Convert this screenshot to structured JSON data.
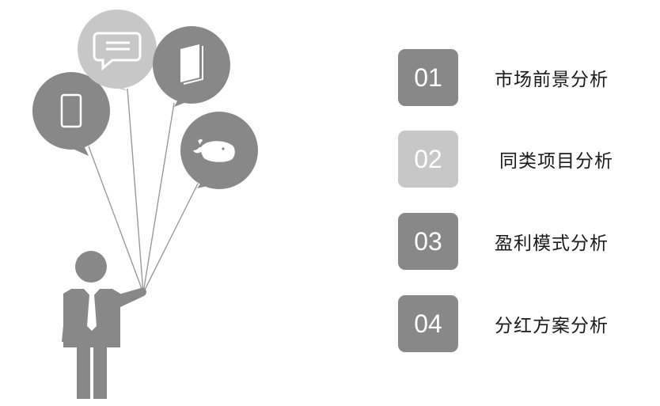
{
  "colors": {
    "dark_gray": "#888888",
    "light_gray": "#c7c7c7",
    "string": "#9a9a9a",
    "icon": "#ffffff"
  },
  "balloons": [
    {
      "icon": "phone-icon",
      "color": "dark_gray"
    },
    {
      "icon": "chat-bubble-icon",
      "color": "light_gray"
    },
    {
      "icon": "book-icon",
      "color": "dark_gray"
    },
    {
      "icon": "whale-icon",
      "color": "dark_gray"
    }
  ],
  "agenda": [
    {
      "number": "01",
      "label": "市场前景分析",
      "color": "#888888"
    },
    {
      "number": "02",
      "label": "同类项目分析",
      "color": "#c7c7c7"
    },
    {
      "number": "03",
      "label": "盈利模式分析",
      "color": "#888888"
    },
    {
      "number": "04",
      "label": "分红方案分析",
      "color": "#888888"
    }
  ]
}
